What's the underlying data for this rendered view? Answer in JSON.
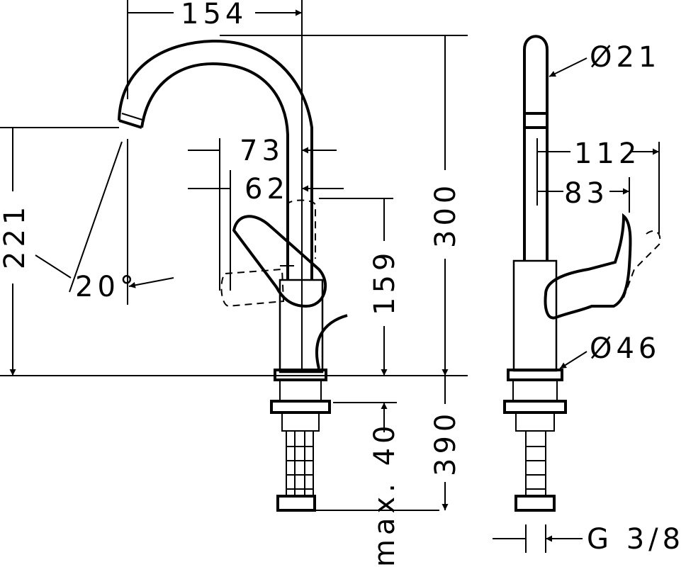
{
  "front_view": {
    "spout_reach": "154",
    "height_221": "221",
    "spout_swivel_angle": "20°",
    "lever_to_axis": "73",
    "lever_axis_offset": "62",
    "lever_height": "159",
    "total_height": "300",
    "shank_length_max": "max. 40",
    "flexible_hose": "390"
  },
  "side_view": {
    "spout_diameter": "Ø21",
    "lever_reach": "112",
    "lever_reach_inner": "83",
    "base_diameter": "Ø46",
    "thread": "G 3/8"
  }
}
